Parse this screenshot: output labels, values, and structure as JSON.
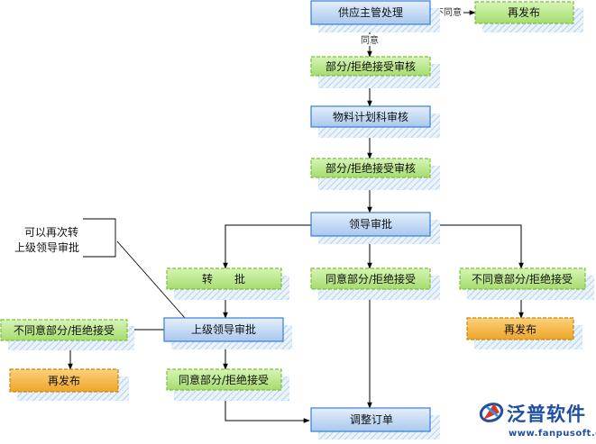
{
  "nodes": {
    "supplier_process": "供应主管处理",
    "republish_top": "再发布",
    "partial_review_1": "部分/拒绝接受审核",
    "materials_review": "物料计划科审核",
    "partial_review_2": "部分/拒绝接受审核",
    "leader_approval": "领导审批",
    "transfer": "转　　批",
    "agree_partial_center": "同意部分/拒绝接受",
    "disagree_partial_right": "不同意部分/拒绝接受",
    "republish_right": "再发布",
    "disagree_partial_left": "不同意部分/拒绝接受",
    "superior_approval": "上级领导审批",
    "republish_left": "再发布",
    "agree_partial_left": "同意部分/拒绝接受",
    "adjust_order": "调整订单"
  },
  "edge_labels": {
    "disagree": "不同意",
    "agree": "同意"
  },
  "note": {
    "line1": "可以再次转",
    "line2": "上级领导审批"
  },
  "brand": {
    "name": "泛普软件",
    "url": "www.fanpusoft.com"
  },
  "colors": {
    "blue_fill": "#b9d3f2",
    "blue_stroke": "#3b7fd0",
    "green_fill": "#b8e68a",
    "green_stroke": "#7cbf3a",
    "orange_fill": "#f5b440",
    "orange_stroke": "#c8860a",
    "brand": "#1e4fa0"
  }
}
